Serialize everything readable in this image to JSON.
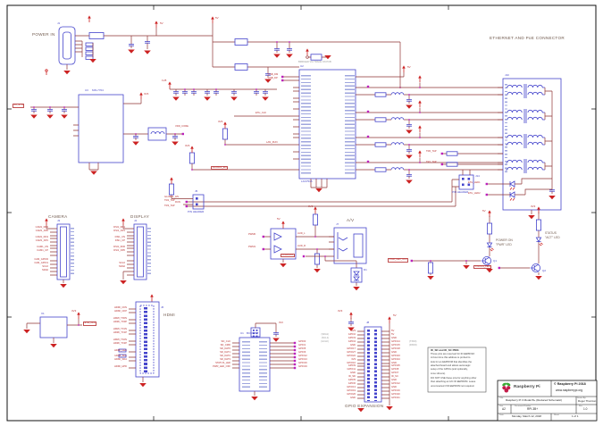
{
  "sections": {
    "power_in": "POWER IN",
    "ethernet": "ETHERNET AND PoE CONNECTOR",
    "camera": "CAMERA",
    "display": "DISPLAY",
    "hdmi": "HDMI",
    "gpio": "GPIO EXPANSION",
    "av": "A/V",
    "pwr_led_l1": "POWER ON",
    "pwr_led_l2": "\"PWR\" LED",
    "act_led_l1": "STATUS",
    "act_led_l2": "\"ACT\" LED"
  },
  "power": {
    "v5": "5V",
    "v3": "3V3",
    "v1": "1V8",
    "v5sys": "5V_SYS",
    "vcore": "VDD_CORE"
  },
  "refs": {
    "j1": "J1",
    "j3": "J3",
    "j4": "J4",
    "j5": "J5",
    "j6": "J6",
    "j7": "J7",
    "j8": "J8",
    "j10": "J10",
    "j14": "J14",
    "u1": "U1",
    "u1_val": "BCM2837",
    "u2": "U2",
    "u2_val": "LAN7515",
    "u3": "U3",
    "u3_val": "MXL7704",
    "x1": "X1",
    "q1": "Q1",
    "q2": "Q2",
    "d1": "D1",
    "pin_header": "PIN HEADER"
  },
  "nets": {
    "usb": [
      "USB_DM",
      "USB_DP"
    ],
    "eth_clk": "ETH_CLK",
    "lan_run": "LAN_RUN",
    "global_en": "GLOBAL_EN",
    "run": "RUN",
    "eth_leds": [
      "ETH_LED1",
      "ETH_LED2"
    ],
    "taps": [
      "TR0_TAP",
      "TR1_TAP",
      "TR2_TAP",
      "TR3_TAP"
    ],
    "camera": [
      "CAM1_DN0",
      "CAM1_DP0",
      "CAM1_DN1",
      "CAM1_DP1",
      "CAM1_CN",
      "CAM1_CP",
      "CAM_GPIO0",
      "CAM_GPIO1",
      "SCL0",
      "SDA0"
    ],
    "display": [
      "DSI1_DN1",
      "DSI1_DP1",
      "DSI1_CN",
      "DSI1_CP",
      "DSI1_DN0",
      "DSI1_DP0",
      "SCL0",
      "SDA0"
    ],
    "hdmi": [
      "HDMI_CKN",
      "HDMI_CKP",
      "HDMI_TX0N",
      "HDMI_TX0P",
      "HDMI_TX1N",
      "HDMI_TX1P",
      "HDMI_TX2N",
      "HDMI_TX2P",
      "HDMI_CEC",
      "HDMI_SCL",
      "HDMI_SDA",
      "HDMI_HPD"
    ],
    "sd": [
      "SD_CLK",
      "SD_CMD",
      "SD_DAT0",
      "SD_DAT1",
      "SD_DAT2",
      "SD_DAT3"
    ],
    "led": [
      "PWR_LED_OFF",
      "STATUS_LED"
    ],
    "gpio_left": [
      "3V3",
      "GPIO2",
      "GPIO3",
      "GPIO4",
      "GND",
      "GPIO17",
      "GPIO27",
      "GPIO22",
      "3V3",
      "GPIO10",
      "GPIO9",
      "GPIO11",
      "GND",
      "ID_SD",
      "GPIO5",
      "GPIO6",
      "GPIO13",
      "GPIO19",
      "GPIO26",
      "GND"
    ],
    "gpio_right": [
      "5V",
      "5V",
      "GND",
      "GPIO14",
      "GPIO15",
      "GPIO18",
      "GND",
      "GPIO23",
      "GPIO24",
      "GND",
      "GPIO25",
      "GPIO8",
      "GPIO7",
      "ID_SC",
      "GND",
      "GPIO12",
      "GND",
      "GPIO16",
      "GPIO20",
      "GPIO21"
    ],
    "gpio_alt_left": [
      "(SDA1)",
      "(SCL1)",
      "(GCLK)"
    ],
    "gpio_alt_right": [
      "(TXD0)",
      "(RXD0)"
    ],
    "u1_right": [
      "GPIO0",
      "GPIO1",
      "GPIO5",
      "GPIO6",
      "GPIO12",
      "GPIO13",
      "GPIO16",
      "GPIO19"
    ],
    "av": [
      "PWM0",
      "PWM1",
      "COMPVID",
      "AUD_L",
      "AUD_R"
    ]
  },
  "notes": {
    "bridged": "BRIDGED VIA TRACE ON PCB",
    "id_title": "ID_SD and ID_SC PINS:",
    "id_lines": [
      "These pins are reserved for ID EEPROM.",
      "At boot time this address is probed to",
      "look for an EEPROM that identifies the",
      "attached board and allows automagic",
      "setup of the GPIOs (and optionally,",
      "Linux drivers).",
      "DO NOT USE these pins for anything other",
      "than attaching an I2C ID EEPROM. Leave",
      "unconnected if ID EEPROM not required."
    ]
  },
  "title_block": {
    "brand": "Raspberry Pi",
    "copyright": "© Raspberry Pi 2018",
    "url": "www.raspberrypi.org",
    "title_label": "Title:",
    "title": "Raspberry Pi 3 Model B+ (Reduced Schematic)",
    "drawn_label": "Drawn By:",
    "drawn_by": "Roger Thornton",
    "size_label": "Size",
    "size": "A2",
    "doc_label": "Document Number",
    "doc": "RPI-3B+",
    "rev_label": "Rev",
    "rev": "1.0",
    "date_label": "Date:",
    "date": "Monday, March 12, 2018",
    "sheet_label": "Sheet",
    "sheet": "1 of 1"
  }
}
